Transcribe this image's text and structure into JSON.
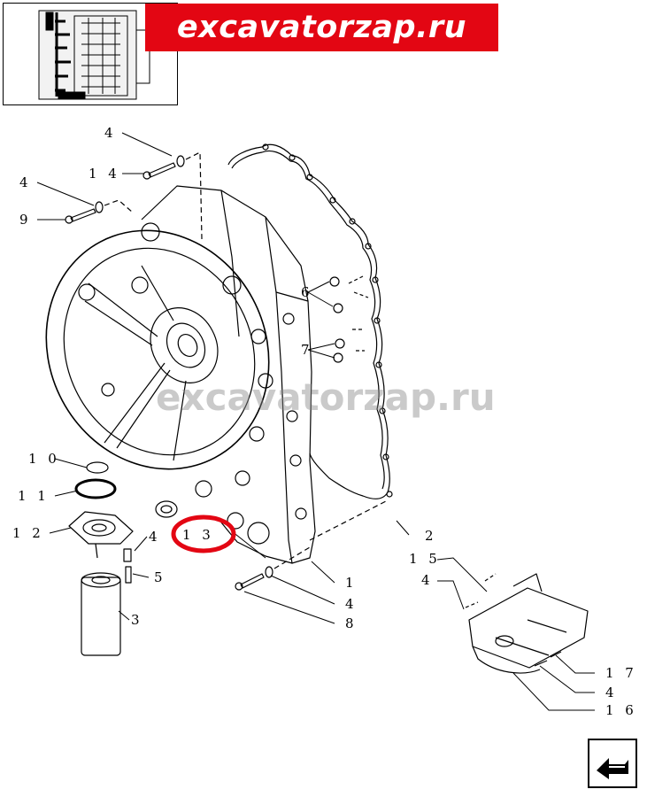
{
  "brand": {
    "text": "excavatorzap.ru",
    "color": "#e30613"
  },
  "watermark": "excavatorzap.ru",
  "highlight_color": "#e30613",
  "callouts": [
    {
      "id": "c4a",
      "text": "4"
    },
    {
      "id": "c14",
      "text": "1 4"
    },
    {
      "id": "c4b",
      "text": "4"
    },
    {
      "id": "c9",
      "text": "9"
    },
    {
      "id": "c6",
      "text": "6"
    },
    {
      "id": "c7",
      "text": "7"
    },
    {
      "id": "c10",
      "text": "1 0"
    },
    {
      "id": "c11",
      "text": "1 1"
    },
    {
      "id": "c12",
      "text": "1 2"
    },
    {
      "id": "c4c",
      "text": "4"
    },
    {
      "id": "c5",
      "text": "5"
    },
    {
      "id": "c3",
      "text": "3"
    },
    {
      "id": "c13",
      "text": "1 3"
    },
    {
      "id": "c2",
      "text": "2"
    },
    {
      "id": "c1",
      "text": "1"
    },
    {
      "id": "c4d",
      "text": "4"
    },
    {
      "id": "c8",
      "text": "8"
    },
    {
      "id": "c15",
      "text": "1 5"
    },
    {
      "id": "c4e",
      "text": "4"
    },
    {
      "id": "c17",
      "text": "1 7"
    },
    {
      "id": "c4f",
      "text": "4"
    },
    {
      "id": "c16",
      "text": "1 6"
    }
  ],
  "icons": {
    "thumbnail": "assembly-thumbnail-icon",
    "nav": "next-page-arrow-icon"
  }
}
